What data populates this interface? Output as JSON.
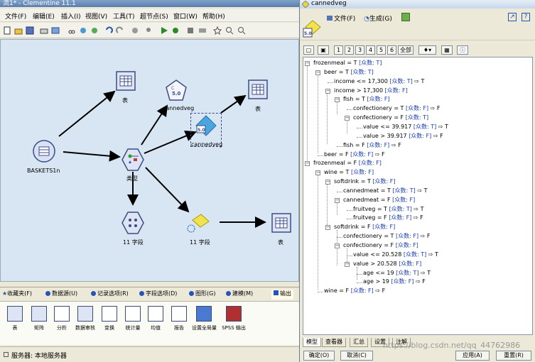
{
  "main": {
    "title": "流1* - Clementine 11.1",
    "menu": [
      "文件(F)",
      "编辑(E)",
      "插入(I)",
      "视图(V)",
      "工具(T)",
      "超节点(S)",
      "窗口(W)",
      "帮助(H)"
    ],
    "nodes": {
      "baskets": "BASKETS1n",
      "table1": "表",
      "type": "类型",
      "cannedveg_model": "cannedveg",
      "cannedveg_output": "cannedveg",
      "table2": "表",
      "fields1": "11 字段",
      "fields2": "11 字段",
      "table3": "表"
    },
    "palette_tabs": [
      "收藏夹(F)",
      "数据源(U)",
      "记录选项(R)",
      "字段选项(D)",
      "图形(G)",
      "建模(M)",
      "输出"
    ],
    "palette_items": [
      "表",
      "矩阵",
      "分析",
      "数据审核",
      "变换",
      "统计量",
      "均值",
      "报告",
      "设置全局量",
      "SPSS 输出"
    ],
    "status": "服务器: 本地服务器"
  },
  "tree": {
    "title": "cannedveg",
    "file_btn": "文件(F)",
    "generate_btn": "生成(G)",
    "levels": [
      "1",
      "2",
      "3",
      "4",
      "5",
      "6"
    ],
    "all_btn": "全部",
    "rows": [
      {
        "text": "frozenmeal = T",
        "mode": "[众数: T]",
        "result": ""
      },
      {
        "text": "beer = T",
        "mode": "[众数: T]",
        "result": ""
      },
      {
        "text": "income <= 17,300",
        "mode": "[众数: T]",
        "result": "⇨ T"
      },
      {
        "text": "income > 17,300",
        "mode": "[众数: F]",
        "result": ""
      },
      {
        "text": "fish = T",
        "mode": "[众数: F]",
        "result": ""
      },
      {
        "text": "confectionery = T",
        "mode": "[众数: F]",
        "result": "⇨ F"
      },
      {
        "text": "confectionery = F",
        "mode": "[众数: T]",
        "result": ""
      },
      {
        "text": "value <= 39.917",
        "mode": "[众数: T]",
        "result": "⇨ T"
      },
      {
        "text": "value > 39.917",
        "mode": "[众数: F]",
        "result": "⇨ F"
      },
      {
        "text": "fish = F",
        "mode": "[众数: F]",
        "result": "⇨ F"
      },
      {
        "text": "beer = F",
        "mode": "[众数: F]",
        "result": "⇨ F"
      },
      {
        "text": "frozenmeal = F",
        "mode": "[众数: F]",
        "result": ""
      },
      {
        "text": "wine = T",
        "mode": "[众数: F]",
        "result": ""
      },
      {
        "text": "softdrink = T",
        "mode": "[众数: F]",
        "result": ""
      },
      {
        "text": "cannedmeat = T",
        "mode": "[众数: T]",
        "result": "⇨ T"
      },
      {
        "text": "cannedmeat = F",
        "mode": "[众数: F]",
        "result": ""
      },
      {
        "text": "fruitveg = T",
        "mode": "[众数: T]",
        "result": "⇨ T"
      },
      {
        "text": "fruitveg = F",
        "mode": "[众数: F]",
        "result": "⇨ F"
      },
      {
        "text": "softdrink = F",
        "mode": "[众数: F]",
        "result": ""
      },
      {
        "text": "confectionery = T",
        "mode": "[众数: F]",
        "result": "⇨ F"
      },
      {
        "text": "confectionery = F",
        "mode": "[众数: F]",
        "result": ""
      },
      {
        "text": "value <= 20.528",
        "mode": "[众数: T]",
        "result": "⇨ T"
      },
      {
        "text": "value > 20.528",
        "mode": "[众数: F]",
        "result": ""
      },
      {
        "text": "age <= 19",
        "mode": "[众数: T]",
        "result": "⇨ T"
      },
      {
        "text": "age > 19",
        "mode": "[众数: F]",
        "result": "⇨ F"
      },
      {
        "text": "wine = F",
        "mode": "[众数: F]",
        "result": "⇨ F"
      }
    ],
    "tabs": [
      "模型",
      "查看器",
      "汇总",
      "设置",
      "注解"
    ],
    "ok_btn": "确定(O)",
    "cancel_btn": "取消(C)",
    "apply_btn": "应用(A)",
    "reset_btn": "重置(R)",
    "watermark": "https://blog.csdn.net/qq_44762986"
  }
}
